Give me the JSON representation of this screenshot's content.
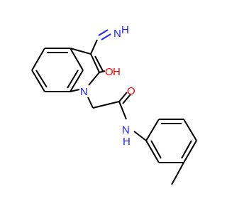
{
  "structure": {
    "atoms": [
      {
        "id": "hydrazone-n-terminal",
        "label": "NH",
        "element": "N",
        "color": "#2020ff"
      },
      {
        "id": "hydrazone-n-inner",
        "label": "N",
        "element": "N",
        "color": "#2020ff"
      },
      {
        "id": "ring-hydroxyl",
        "label": "OH",
        "element": "O",
        "color": "#ff0000",
        "display": "HO"
      },
      {
        "id": "indole-nitrogen",
        "label": "N",
        "element": "N",
        "color": "#2020ff"
      },
      {
        "id": "amide-oxygen",
        "label": "O",
        "element": "O",
        "color": "#ff0000"
      },
      {
        "id": "amide-nh",
        "label": "NH",
        "element": "N",
        "color": "#2020ff",
        "sublabel": "H"
      }
    ]
  }
}
